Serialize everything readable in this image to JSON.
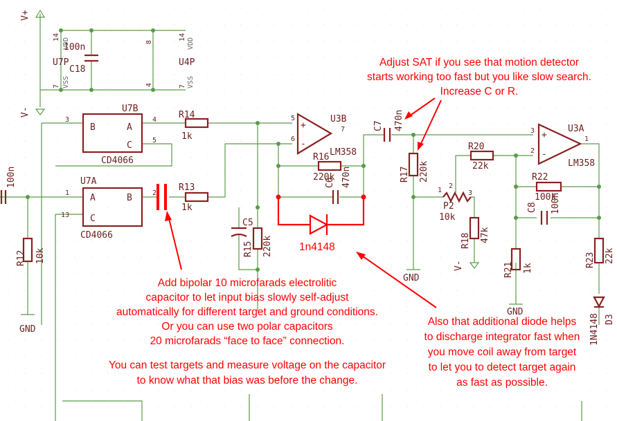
{
  "supply": {
    "vplus": "V+",
    "vminus": "V-"
  },
  "components": {
    "c18": {
      "value": "100n",
      "ref": "C18"
    },
    "u7p": {
      "ref": "U7P",
      "pin_vdd_num": "14",
      "pin_vss_num": "7",
      "vdd": "VDD",
      "vss": "VSS"
    },
    "u4p": {
      "ref": "U4P",
      "pin_vdd_num": "14",
      "pin_vss_num": "7",
      "pin_top": "8",
      "pin_bot": "4",
      "vdd": "VDD",
      "vss": "VSS"
    },
    "u7b": {
      "ref": "U7B",
      "part": "CD4066",
      "pin_b": "B",
      "pin_a": "A",
      "pin_c": "C",
      "pin3": "3",
      "pin4": "4",
      "pin5": "5"
    },
    "u7a": {
      "ref": "U7A",
      "part": "CD4066",
      "pin_a": "A",
      "pin_b": "B",
      "pin_c": "C",
      "pin1": "1",
      "pin2": "2",
      "pin13": "13"
    },
    "r14": {
      "ref": "R14",
      "value": "1k"
    },
    "r13": {
      "ref": "R13",
      "value": "1k"
    },
    "c_in": {
      "value": "100n"
    },
    "r12": {
      "ref": "R12",
      "value": "10k",
      "gnd": "GND"
    },
    "u3b": {
      "ref": "U3B",
      "part": "LM358",
      "plus": "+",
      "minus": "-",
      "pin5": "5",
      "pin6": "6",
      "pin7": "7"
    },
    "r16": {
      "ref": "R16",
      "value": "220k"
    },
    "c6": {
      "ref": "C6",
      "value": "470n"
    },
    "c5": {
      "ref": "C5"
    },
    "r15": {
      "ref": "R15",
      "value": "220k"
    },
    "c7": {
      "ref": "C7",
      "value": "470n"
    },
    "r17": {
      "ref": "R17",
      "value": "220k",
      "gnd": "GND"
    },
    "r20": {
      "ref": "R20",
      "value": "22k"
    },
    "p2": {
      "ref": "P2",
      "value": "10k",
      "pin1": "1",
      "pin2": "2",
      "pin3": "3"
    },
    "r18": {
      "ref": "R18",
      "value": "47k",
      "vminus": "V-"
    },
    "u3a": {
      "ref": "U3A",
      "part": "LM358",
      "plus": "+",
      "minus": "-",
      "pin1": "1",
      "pin2": "2",
      "pin3": "3"
    },
    "r22": {
      "ref": "R22",
      "value": "100k"
    },
    "c8": {
      "ref": "C8",
      "value": "100n"
    },
    "r21": {
      "ref": "R21",
      "value": "1k",
      "gnd": "GND"
    },
    "r23": {
      "ref": "R23",
      "value": "22k"
    },
    "d3": {
      "ref": "D3",
      "part": "1N4148"
    },
    "added_diode": {
      "label": "1n4148"
    }
  },
  "annotations": {
    "sat_note": [
      "Adjust SAT if you see that motion detector",
      "starts working too fast but you like slow search.",
      "Increase C or R."
    ],
    "cap_note": [
      "Add bipolar 10 microfarads electrolitic",
      "capacitor to let input bias slowly self-adjust",
      "automatically for different target and ground conditions.",
      "Or you can use two polar capacitors",
      "20 microfarads “face to face” connection.",
      "",
      "You can test targets and measure voltage on the capacitor",
      "to know what that bias was before the change."
    ],
    "diode_note": [
      "Also that additional diode helps",
      "to discharge integrator fast when",
      "you move coil away from target",
      "to let you to detect target again",
      "as fast as possible."
    ]
  },
  "colors": {
    "wire": "#5a9a4a",
    "part": "#8b2020",
    "annotation": "#ff0000",
    "background": "#ffffff"
  }
}
